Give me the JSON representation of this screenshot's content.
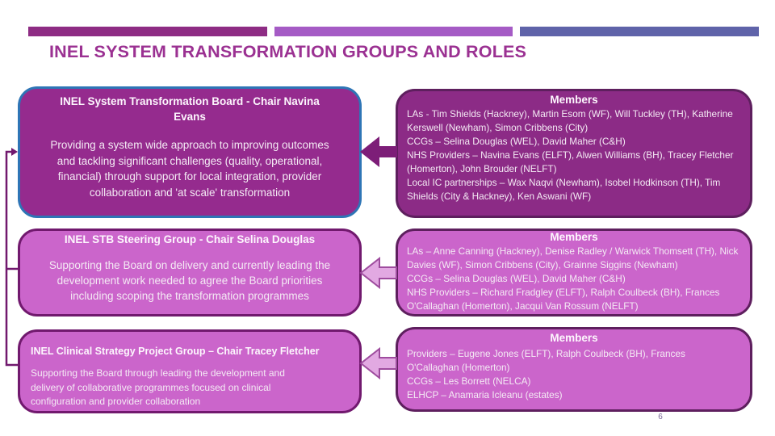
{
  "slide": {
    "title": "INEL SYSTEM TRANSFORMATION GROUPS AND ROLES",
    "page_number": "6"
  },
  "colors": {
    "accent_bar_1": "#8E2C84",
    "accent_bar_2": "#A55BC5",
    "accent_bar_3": "#5F63A9",
    "title_text": "#9B3192",
    "board_box_fill": "#952B8E",
    "board_box_border": "#2E75B6",
    "members_box_1_fill": "#8C2B86",
    "light_box_fill": "#CB65CB",
    "dark_purple_border": "#71196E",
    "arrow_dark_fill": "#7D1E78",
    "arrow_light_fill": "#E2A9E2",
    "arrow_light_stroke": "#9E4C9E"
  },
  "rows": [
    {
      "group": {
        "title": "INEL System Transformation Board - Chair Navina Evans",
        "description": "Providing a system wide approach to improving outcomes and tackling significant challenges (quality, operational, financial) through support for local integration, provider collaboration and 'at scale' transformation"
      },
      "members": {
        "heading": "Members",
        "lines": [
          "LAs - Tim Shields (Hackney), Martin Esom (WF), Will Tuckley (TH), Katherine Kerswell (Newham), Simon Cribbens (City)",
          "CCGs – Selina Douglas (WEL), David Maher (C&H)",
          "NHS Providers – Navina Evans (ELFT), Alwen Williams (BH), Tracey Fletcher (Homerton), John Brouder (NELFT)",
          "Local IC partnerships – Wax Naqvi (Newham), Isobel Hodkinson (TH), Tim Shields (City & Hackney), Ken Aswani (WF)"
        ]
      }
    },
    {
      "group": {
        "title": "INEL STB Steering Group  - Chair Selina Douglas",
        "description": "Supporting the Board on delivery and currently leading the development work needed to agree the Board priorities including scoping the transformation programmes"
      },
      "members": {
        "heading": "Members",
        "lines": [
          "LAs – Anne Canning (Hackney), Denise Radley / Warwick Thomsett (TH), Nick Davies (WF), Simon Cribbens (City), Grainne Siggins (Newham)",
          "CCGs – Selina Douglas (WEL), David Maher (C&H)",
          "NHS Providers – Richard Fradgley (ELFT), Ralph Coulbeck (BH), Frances O'Callaghan (Homerton), Jacqui Van Rossum (NELFT)"
        ]
      }
    },
    {
      "group": {
        "title": "INEL Clinical Strategy Project Group – Chair Tracey Fletcher",
        "description": "Supporting the Board through leading the development and delivery of collaborative programmes focused on clinical configuration and provider collaboration"
      },
      "members": {
        "heading": "Members",
        "lines": [
          "Providers – Eugene Jones (ELFT), Ralph Coulbeck (BH), Frances O'Callaghan (Homerton)",
          "CCGs – Les Borrett (NELCA)",
          "ELHCP – Anamaria Icleanu (estates)"
        ]
      }
    }
  ]
}
